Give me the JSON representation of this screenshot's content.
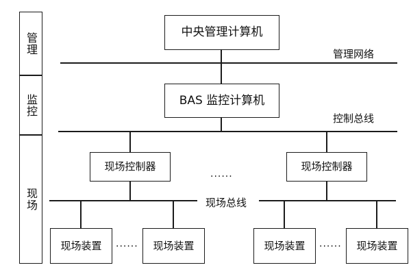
{
  "diagram": {
    "title_present": false,
    "colors": {
      "background": "#ffffff",
      "stroke": "#1a1a1a",
      "text": "#111111"
    },
    "layers": [
      {
        "label": "管理",
        "name": "layer-management"
      },
      {
        "label": "监控",
        "name": "layer-supervision"
      },
      {
        "label": "现场",
        "name": "layer-field"
      }
    ],
    "nodes": {
      "central_computer": "中央管理计算机",
      "bas_computer": "BAS 监控计算机",
      "controller_left": "现场控制器",
      "controller_right": "现场控制器",
      "device_1": "现场装置",
      "device_2": "现场装置",
      "device_3": "现场装置",
      "device_4": "现场装置"
    },
    "buses": {
      "management_network": "管理网络",
      "control_bus": "控制总线",
      "field_bus": "现场总线"
    },
    "ellipses": {
      "between_controllers": "······",
      "between_devices_left": "······",
      "between_devices_right": "······"
    }
  }
}
